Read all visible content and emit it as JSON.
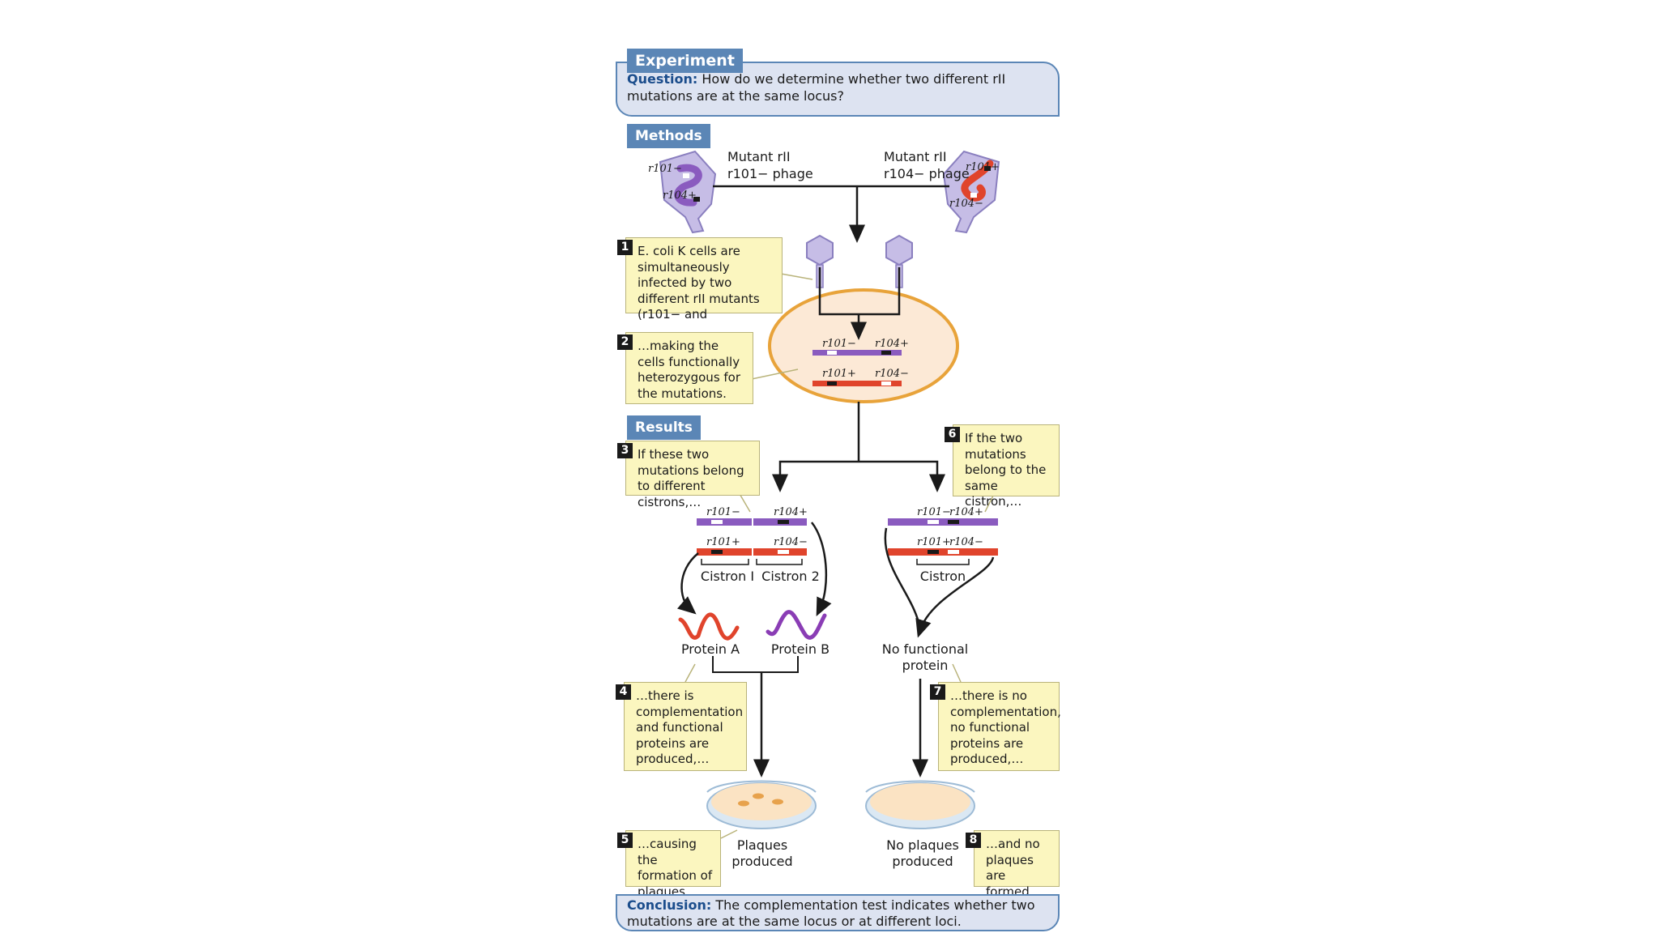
{
  "experiment": {
    "header": "Experiment",
    "question_label": "Question:",
    "question_text": "How do we determine whether two different rII mutations are at the same locus?"
  },
  "methods": {
    "header": "Methods",
    "phage_left": {
      "line1": "Mutant rII",
      "line2": "r101− phage"
    },
    "phage_right": {
      "line1": "Mutant rII",
      "line2": "r104− phage"
    }
  },
  "steps": [
    {
      "num": "1",
      "text": "E. coli K cells are simultaneously infected by two different rII mutants (r101− and"
    },
    {
      "num": "2",
      "text": "…making the cells functionally heterozygous for the mutations."
    },
    {
      "num": "3",
      "text": "If these two mutations belong to different cistrons,…"
    },
    {
      "num": "4",
      "text": "…there is complementation and functional proteins are produced,…"
    },
    {
      "num": "5",
      "text": "…causing the formation of plaques."
    },
    {
      "num": "6",
      "text": "If the two mutations belong to the same cistron,…"
    },
    {
      "num": "7",
      "text": "…there is no complementation, no functional proteins are produced,…"
    },
    {
      "num": "8",
      "text": "…and no plaques are formed."
    }
  ],
  "results": {
    "header": "Results"
  },
  "gene_labels": {
    "r101_minus": "r101−",
    "r101_plus": "r101+",
    "r104_minus": "r104−",
    "r104_plus": "r104+"
  },
  "cistrons": {
    "left_1": "Cistron I",
    "left_2": "Cistron 2",
    "right": "Cistron"
  },
  "proteins": {
    "a": "Protein A",
    "b": "Protein B",
    "none": "No functional protein"
  },
  "plates": {
    "left": "Plaques produced",
    "right": "No plaques produced"
  },
  "conclusion": {
    "label": "Conclusion:",
    "text": "The complementation test indicates whether two mutations are at the same locus or at different loci."
  },
  "colors": {
    "accent_blue": "#5b86b6",
    "purple_chromosome": "#8a5bbf",
    "red_chromosome": "#e0442c",
    "callout": "#fbf6bf"
  }
}
